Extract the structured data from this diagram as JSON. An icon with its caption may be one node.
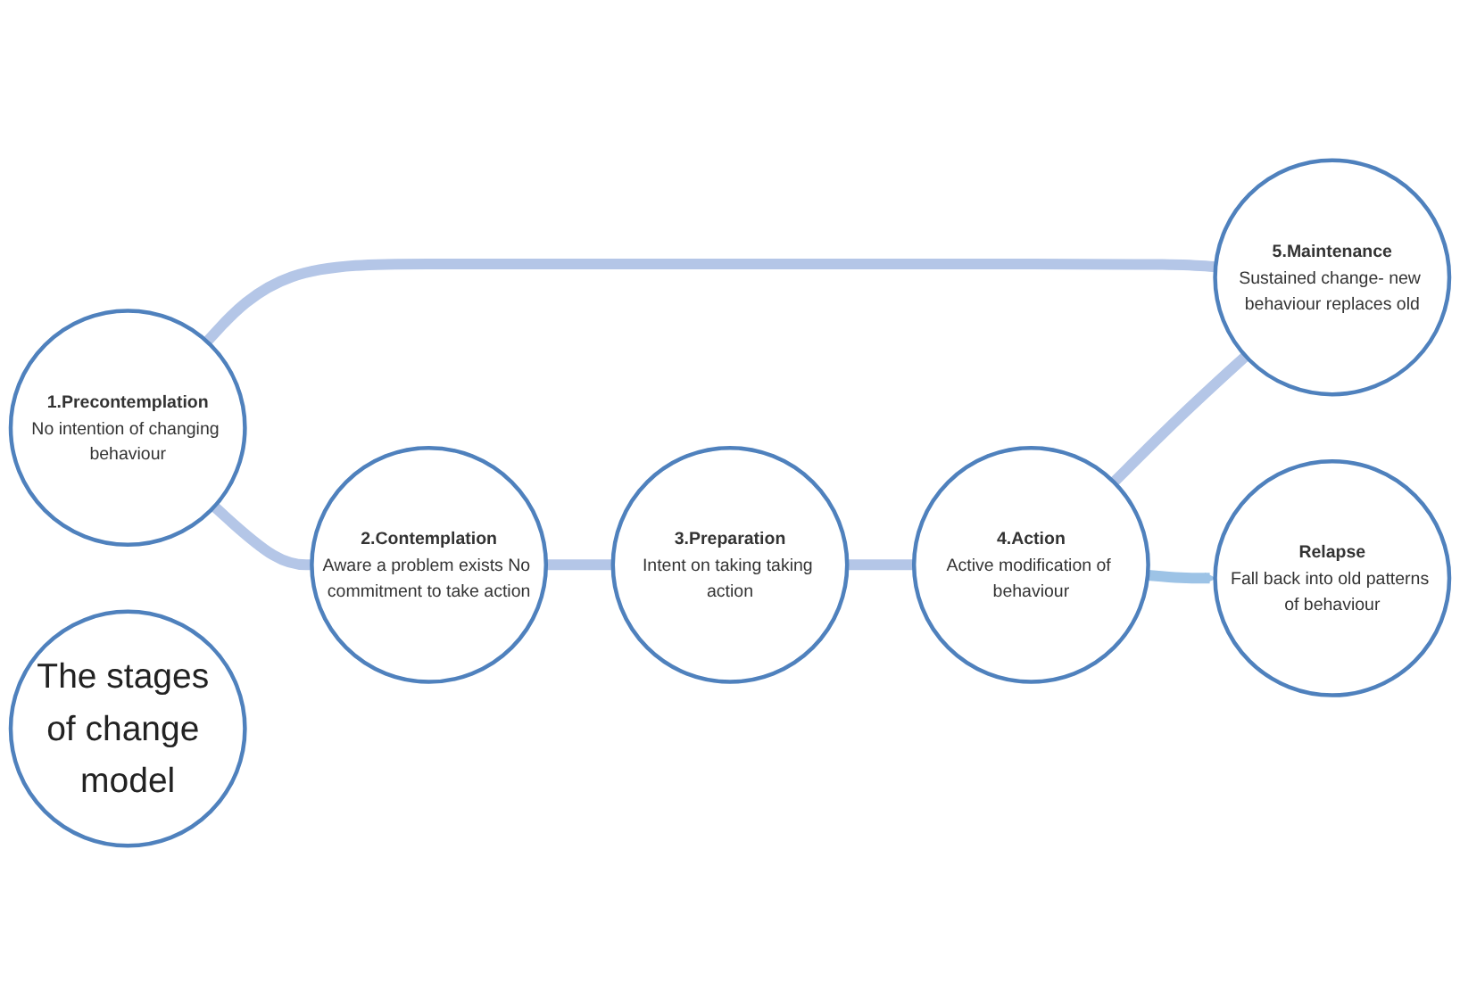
{
  "diagram": {
    "nodes": [
      {
        "text": [
          "1.Precontemplation",
          "No intention of changing behaviour"
        ]
      },
      {
        "text": [
          "2.Contemplation",
          "Aware a problem exists No commitment to take action"
        ]
      },
      {
        "text": [
          "3.Preparation",
          "Intent on taking taking action"
        ]
      },
      {
        "text": [
          "4.Action",
          "Active modification of behaviour"
        ]
      },
      {
        "text": [
          "5.Maintenance",
          "Sustained change- new behaviour replaces old"
        ]
      },
      {
        "text": [
          "The stages of change model"
        ]
      },
      {
        "text": [
          "Relapse",
          "Fall back into old patterns of behaviour"
        ]
      }
    ],
    "edges": [
      {
        "from": 0,
        "to": 1,
        "arrow": "none"
      },
      {
        "from": 1,
        "to": 2,
        "arrow": "none"
      },
      {
        "from": 2,
        "to": 3,
        "arrow": "none"
      },
      {
        "from": 3,
        "to": 4,
        "arrow": "none"
      },
      {
        "from": 4,
        "to": 0,
        "arrow": "none"
      },
      {
        "from": 3,
        "to": 6,
        "arrow": "to",
        "color": "#9dc3e6"
      }
    ]
  }
}
